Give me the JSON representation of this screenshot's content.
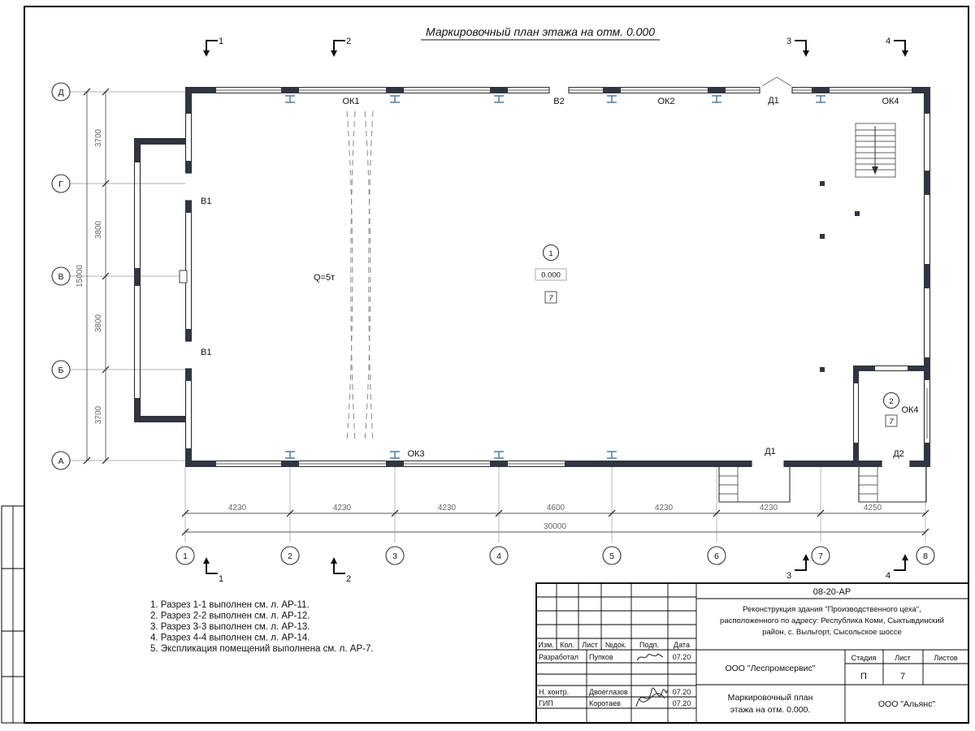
{
  "sheet": {
    "title": "Маркировочный план этажа на отм. 0.000"
  },
  "plan": {
    "axes_rows": [
      "Д",
      "Г",
      "В",
      "Б",
      "А"
    ],
    "axes_cols": [
      "1",
      "2",
      "3",
      "4",
      "5",
      "6",
      "7",
      "8"
    ],
    "sections": [
      "1",
      "2",
      "3",
      "4"
    ],
    "dims_left": [
      "3700",
      "3800",
      "3800",
      "3700"
    ],
    "dim_left_total": "15000",
    "dims_bottom": [
      "4230",
      "4230",
      "4230",
      "4600",
      "4230",
      "4230",
      "4250"
    ],
    "dim_bottom_total": "30000",
    "labels": {
      "ok1": "ОК1",
      "v2": "В2",
      "ok2": "ОК2",
      "d1_top": "Д1",
      "ok4_top": "ОК4",
      "v1_upper": "В1",
      "v1_lower": "В1",
      "crane": "Q=5т",
      "ok3": "ОК3",
      "d1_bottom": "Д1",
      "d2": "Д2",
      "ok4_right": "ОК4"
    },
    "room1": {
      "num": "1",
      "elevation": "0.000",
      "floor_type": "7"
    },
    "room2": {
      "num": "2",
      "floor_type": "7"
    }
  },
  "notes": [
    "1. Разрез 1-1 выполнен см. л. АР-11.",
    "2. Разрез 2-2 выполнен см. л. АР-12.",
    "3. Разрез 3-3 выполнен см. л. АР-13.",
    "4. Разрез 4-4 выполнен см. л. АР-14.",
    "5. Экспликация помещений выполнена см. л. АР-7."
  ],
  "titleblock": {
    "doc_number": "08-20-АР",
    "project_lines": [
      "Реконструкция здания \"Производственного цеха\",",
      "расположенного по адресу: Республика Коми, Сыктывдинский",
      "район, с. Выльгорт, Сысольское шоссе"
    ],
    "cols": {
      "izm": "Изм.",
      "kol": "Кол.",
      "list": "Лист",
      "ndok": "№док.",
      "podp": "Подп.",
      "data": "Дата"
    },
    "row_developer": {
      "role": "Разработал",
      "name": "Пупков",
      "date": "07.20"
    },
    "row_ncontrol": {
      "role": "Н. контр.",
      "name": "Двоеглазов",
      "date": "07.20"
    },
    "row_gip": {
      "role": "ГИП",
      "name": "Коротаев",
      "date": "07.20"
    },
    "org1": "ООО \"Леспромсервис\"",
    "stage": {
      "h_stage": "Стадия",
      "h_sheet": "Лист",
      "h_sheets": "Листов",
      "stage": "П",
      "sheet": "7"
    },
    "title_lines": [
      "Маркировочный план",
      "этажа на отм. 0.000."
    ],
    "org2": "ООО \"Альянс\""
  }
}
